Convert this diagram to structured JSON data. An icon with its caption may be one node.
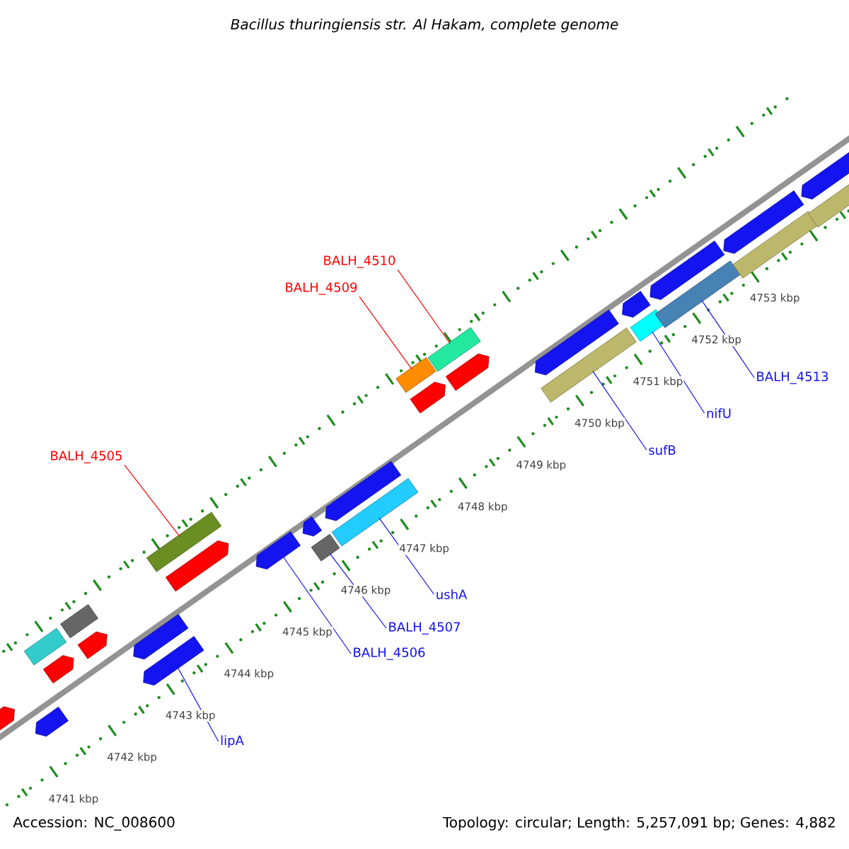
{
  "diagram": {
    "title": "Bacillus thuringiensis str. Al Hakam, complete genome",
    "nodes": [
      {
        "text": [
          "BALH_4510"
        ]
      },
      {
        "text": [
          "BALH_4509"
        ]
      },
      {
        "text": [
          "BALH_4505"
        ]
      },
      {
        "text": [
          "BALH_4513"
        ]
      },
      {
        "text": [
          "nifU"
        ]
      },
      {
        "text": [
          "sufB"
        ]
      },
      {
        "text": [
          "ushA"
        ]
      },
      {
        "text": [
          "BALH_4507"
        ]
      },
      {
        "text": [
          "BALH_4506"
        ]
      },
      {
        "text": [
          "lipA"
        ]
      },
      {
        "text": [],
        "shape": "arrow"
      },
      {
        "text": [],
        "shape": "bar"
      },
      {
        "text": [],
        "shape": "arrow"
      },
      {
        "text": [],
        "shape": "arrow"
      },
      {
        "text": [],
        "shape": "bar"
      },
      {
        "text": [],
        "shape": "arrow"
      },
      {
        "text": [],
        "shape": "arrow"
      },
      {
        "text": [],
        "shape": "arrow"
      },
      {
        "text": [],
        "shape": "bar"
      },
      {
        "text": [],
        "shape": "arrow"
      },
      {
        "text": [],
        "shape": "arrow"
      },
      {
        "text": [],
        "shape": "arrow"
      },
      {
        "text": [],
        "shape": "bar"
      },
      {
        "text": [],
        "shape": "arrow"
      },
      {
        "text": [],
        "shape": "bar"
      },
      {
        "text": [],
        "shape": "bar"
      },
      {
        "text": [],
        "shape": "arrow"
      },
      {
        "text": [],
        "shape": "bar"
      },
      {
        "text": [],
        "shape": "arrow"
      },
      {
        "text": [],
        "shape": "arrow"
      },
      {
        "text": [],
        "shape": "bar"
      },
      {
        "text": [],
        "shape": "arrow"
      },
      {
        "text": [],
        "shape": "bar"
      },
      {
        "text": [],
        "shape": "arrow"
      },
      {
        "text": [],
        "shape": "bar"
      },
      {
        "text": [],
        "shape": "arrow"
      },
      {
        "text": [],
        "shape": "bar"
      },
      {
        "text": [],
        "shape": "arrow"
      },
      {
        "text": [],
        "shape": "bar"
      }
    ],
    "edges": [
      {
        "from": 0,
        "to": 27,
        "arrow": "none",
        "color": "#ff0000"
      },
      {
        "from": 1,
        "to": 25,
        "arrow": "none",
        "color": "#ff0000"
      },
      {
        "from": 2,
        "to": 18,
        "arrow": "none",
        "color": "#ff0000"
      },
      {
        "from": 3,
        "to": 34,
        "arrow": "none"
      },
      {
        "from": 4,
        "to": 32,
        "arrow": "none"
      },
      {
        "from": 5,
        "to": 30,
        "arrow": "none"
      },
      {
        "from": 6,
        "to": 24,
        "arrow": "none"
      },
      {
        "from": 7,
        "to": 22,
        "arrow": "none"
      },
      {
        "from": 8,
        "to": 20,
        "arrow": "none"
      },
      {
        "from": 9,
        "to": 17,
        "arrow": "none"
      }
    ],
    "labels": [
      "4741 kbp",
      "4742 kbp",
      "4743 kbp",
      "4744 kbp",
      "4745 kbp",
      "4746 kbp",
      "4747 kbp",
      "4748 kbp",
      "4749 kbp",
      "4750 kbp",
      "4751 kbp",
      "4752 kbp",
      "4753 kbp",
      "Accession: NC_008600",
      "Topology: circular; Length: 5,257,091 bp; Genes: 4,882"
    ]
  }
}
